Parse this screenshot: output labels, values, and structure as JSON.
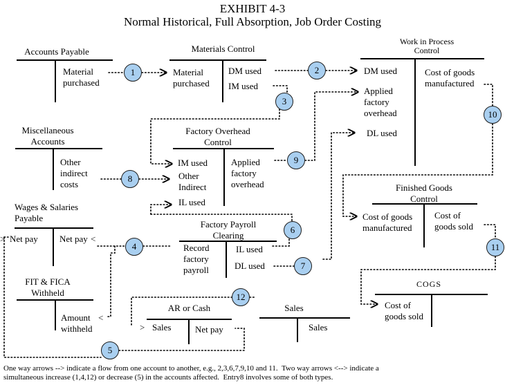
{
  "title": "EXHIBIT 4-3",
  "subtitle": "Normal Historical, Full Absorption, Job Order Costing",
  "accounts": {
    "accounts_payable": {
      "name": "Accounts Payable",
      "right": "Material\npurchased"
    },
    "materials_control": {
      "name": "Materials Control",
      "left": "Material\npurchased",
      "right_dm": "DM used",
      "right_im": "IM used"
    },
    "wip_control": {
      "name": "Work in Process\nControl",
      "left_dm": "DM used",
      "left_applied": "Applied\nfactory\noverhead",
      "left_dl": "DL used",
      "right": "Cost of goods\nmanufactured"
    },
    "misc_accounts": {
      "name": "Miscellaneous\nAccounts",
      "right": "Other\nindirect\ncosts"
    },
    "factory_overhead_control": {
      "name": "Factory Overhead\nControl",
      "left_im": "IM used",
      "left_other": "Other\nIndirect",
      "left_il": "IL used",
      "right": "Applied\nfactory\noverhead"
    },
    "wages_salaries_payable": {
      "name": "Wages & Salaries\nPayable",
      "left": "Net pay",
      "right": "Net pay"
    },
    "factory_payroll_clearing": {
      "name": "Factory Payroll\nClearing",
      "left": "Record\nfactory\npayroll",
      "right_il": "IL used",
      "right_dl": "DL used"
    },
    "fit_fica_withheld": {
      "name": "FIT & FICA\nWithheld",
      "right": "Amount\nwithheld"
    },
    "finished_goods_control": {
      "name": "Finished Goods\nControl",
      "left": "Cost of goods\nmanufactured",
      "right": "Cost of\ngoods sold"
    },
    "cogs": {
      "name": "COGS",
      "left": "Cost of\ngoods sold"
    },
    "ar_or_cash": {
      "name": "AR or Cash",
      "left": "Sales",
      "right": "Net pay"
    },
    "sales": {
      "name": "Sales",
      "right": "Sales"
    }
  },
  "entries": [
    "1",
    "2",
    "3",
    "4",
    "5",
    "6",
    "7",
    "8",
    "9",
    "10",
    "11",
    "12"
  ],
  "arrow_marks": {
    "right": ">",
    "left": "<"
  },
  "footnote": "One way arrows --> indicate a flow from one account to another, e.g., 2,3,6,7,9,10 and 11.  Two way arrows <--> indicate a\nsimultaneous increase (1,4,12) or decrease (5) in the accounts affected.  Entry8 involves some of both types."
}
